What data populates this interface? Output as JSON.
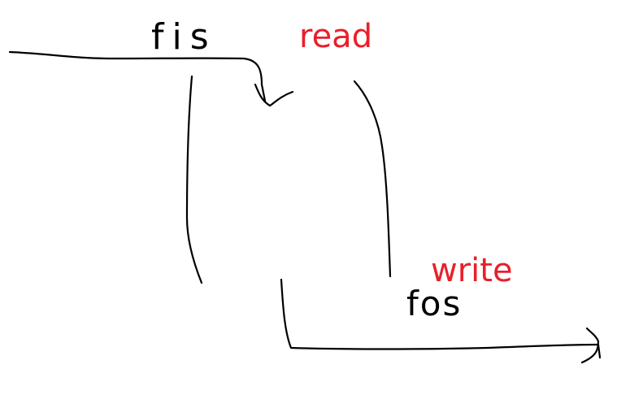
{
  "labels": {
    "input_stream": "fis",
    "read_op": "read",
    "output_stream": "fos",
    "write_op": "write"
  },
  "colors": {
    "stroke": "#000000",
    "annotation": "#e8202a",
    "background": "#ffffff"
  }
}
